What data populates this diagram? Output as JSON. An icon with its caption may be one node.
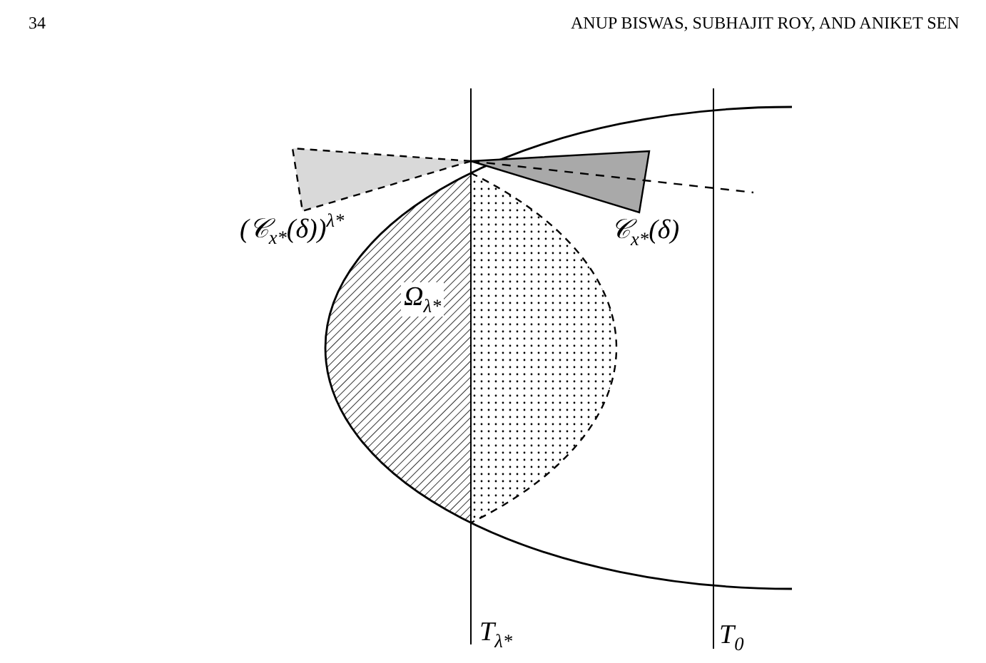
{
  "diagram": {
    "labels": [
      "34",
      "ANUP BISWAS, SUBHAJIT ROY, AND ANIKET SEN",
      "(𝒞$_{x*}$(δ))$^{λ*}$",
      "𝒞$_{x*}$(δ)",
      "Ω$_{λ*}$",
      "T$_{λ*}$",
      "T$_{0}$"
    ]
  }
}
